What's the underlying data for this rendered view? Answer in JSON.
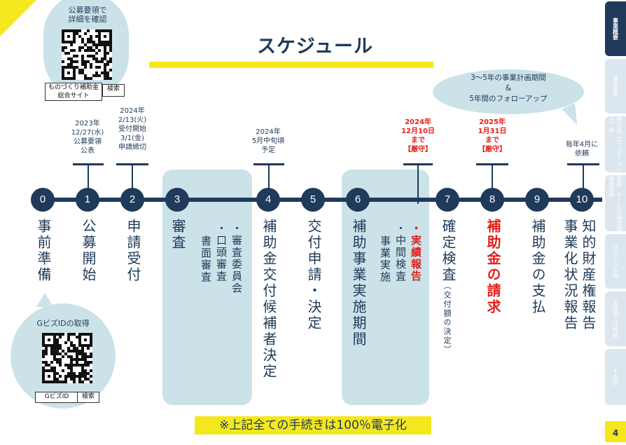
{
  "title": "スケジュール",
  "qr_top": {
    "caption": "公募要領で\n詳細を確認",
    "site": "ものづくり補助金\n総合サイト",
    "search": "検索"
  },
  "qr_bottom": {
    "caption": "GビズIDの取得",
    "site": "GビズID",
    "search": "検索"
  },
  "cloud": {
    "text": "3～5年の事業計画期間\n&\n5年間のフォローアップ"
  },
  "ticks": {
    "t1": "2023年\n12/27(水)\n公募要領\n公表",
    "t2": "2024年\n2/13(火)\n受付開始\n3/1(金)\n申請締切",
    "t4": "2024年\n5月中旬頃\n予定",
    "t6": "2024年\n12月10日\nまで\n【厳守】",
    "t8": "2025年\n1月31日\nまで\n【厳守】",
    "t10": "毎年4月に\n依頼"
  },
  "nodes": [
    "0",
    "1",
    "2",
    "3",
    "4",
    "5",
    "6",
    "7",
    "8",
    "9",
    "10"
  ],
  "steps": {
    "s0": "事前準備",
    "s1": "公募開始",
    "s2": "申請受付",
    "s3": "審査",
    "s3a": "・審査委員会",
    "s3b": "・口頭審査",
    "s3c": "書面審査",
    "s4": "補助金交付候補者決定",
    "s5": "交付申請・決定",
    "s6": "補助事業実施期間",
    "s6a": "・実績報告",
    "s6b": "・中間検査",
    "s6c": "事業実施",
    "s7": "確定検査",
    "s7sub": "（交付額の決定）",
    "s8": "補助金の請求",
    "s9": "補助金の支払",
    "s10a": "知的財産権報告",
    "s10b": "事業化状況報告"
  },
  "note": "※上記全ての手続きは100％電子化",
  "sidebar": {
    "tabs": [
      "事業概要",
      "基本要件",
      "省力化（オーダーメイド）枠",
      "製品・サービス高付加価値化枠",
      "グローバル枠",
      "大幅賃上げ特例",
      "その他"
    ],
    "page": "4"
  }
}
